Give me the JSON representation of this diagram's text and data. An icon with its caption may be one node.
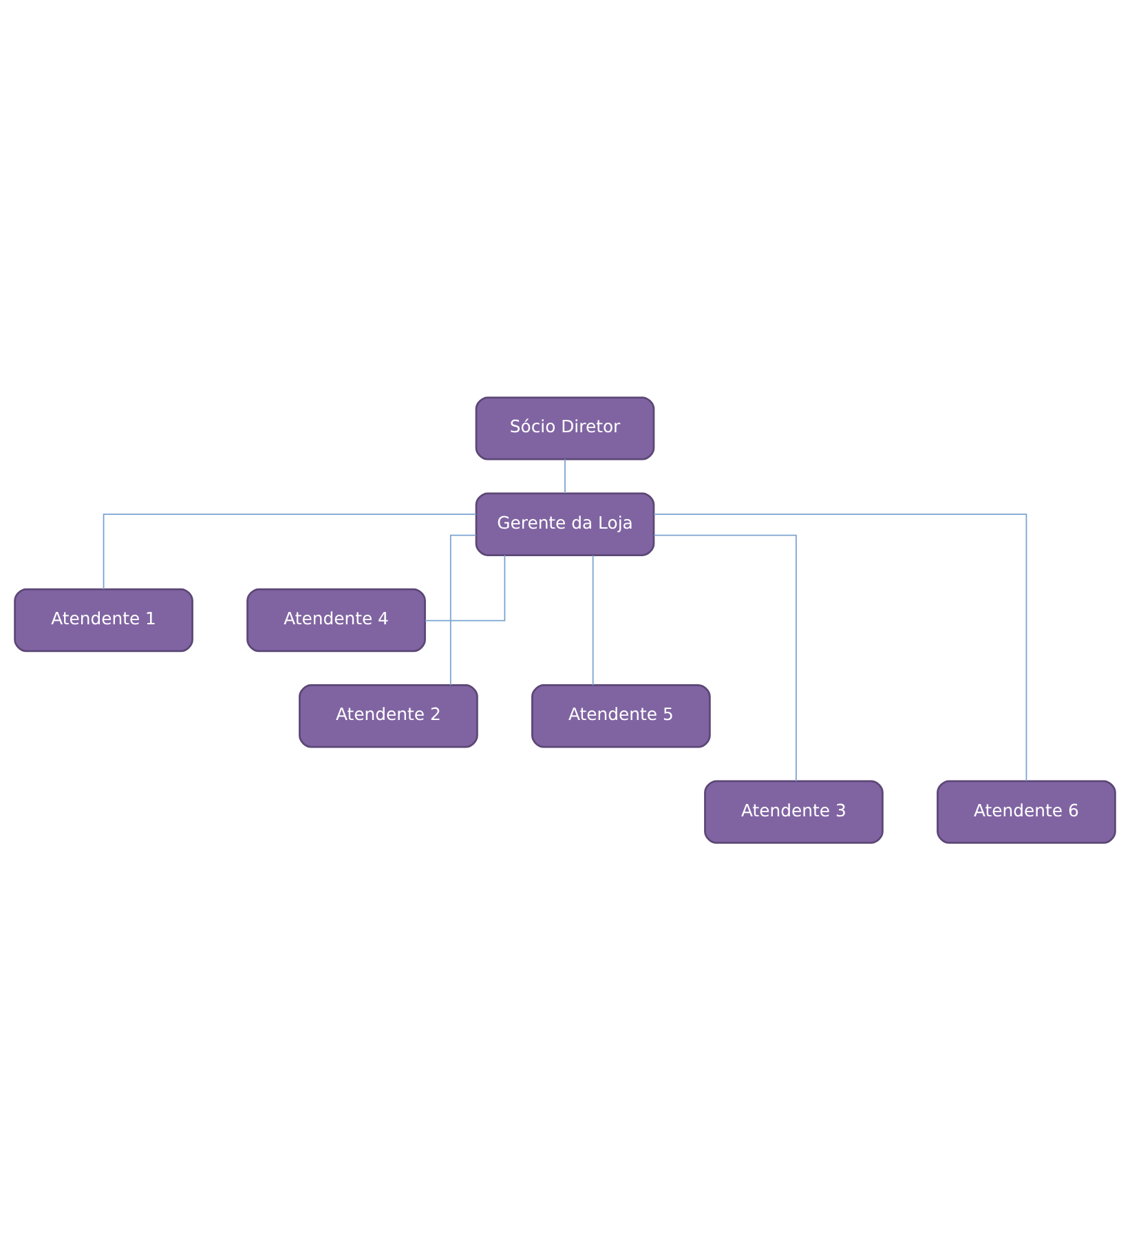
{
  "diagram": {
    "nodes": [
      {
        "text": [
          "Sócio Diretor"
        ]
      },
      {
        "text": [
          "Gerente da Loja"
        ]
      },
      {
        "text": [
          "Atendente 1"
        ]
      },
      {
        "text": [
          "Atendente 4"
        ]
      },
      {
        "text": [
          "Atendente 2"
        ]
      },
      {
        "text": [
          "Atendente 5"
        ]
      },
      {
        "text": [
          "Atendente 3"
        ]
      },
      {
        "text": [
          "Atendente 6"
        ]
      }
    ],
    "edges": [
      {
        "from": 0,
        "to": 1,
        "arrow": "none"
      },
      {
        "from": 1,
        "to": 2,
        "arrow": "none"
      },
      {
        "from": 1,
        "to": 3,
        "arrow": "none"
      },
      {
        "from": 1,
        "to": 4,
        "arrow": "none"
      },
      {
        "from": 1,
        "to": 5,
        "arrow": "none"
      },
      {
        "from": 1,
        "to": 6,
        "arrow": "none"
      },
      {
        "from": 1,
        "to": 7,
        "arrow": "none"
      }
    ]
  }
}
